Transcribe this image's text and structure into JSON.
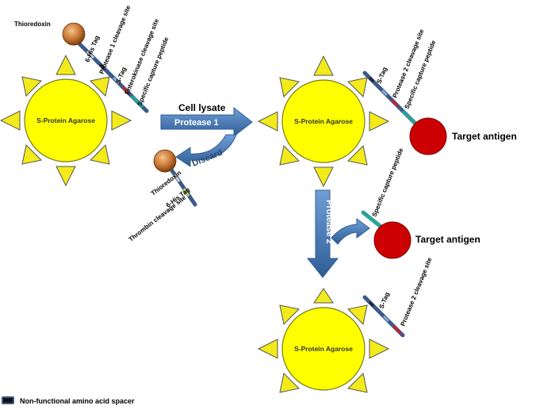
{
  "diagram": {
    "agarose_label": "S-Protein Agarose",
    "top_left_construct": {
      "thioredoxin": "Thioredoxin",
      "his_tag": "6-His Tag",
      "protease1_site": "Protease 1 cleavage site",
      "s_tag": "S-Tag",
      "enterokinase_site": "Enterokinase cleavage site",
      "capture_peptide": "Specific capture peptide"
    },
    "step1": {
      "cell_lysate": "Cell lysate",
      "protease": "Protease 1"
    },
    "discard": {
      "label": "Discard",
      "thioredoxin": "Thioredoxin",
      "his_tag": "6-His Tag",
      "thrombin_site": "Thrombin cleavage site"
    },
    "top_right_construct": {
      "s_tag": "S-Tag",
      "protease2_site": "Protease 2 cleavage site",
      "capture_peptide": "Specific capture peptide",
      "target": "Target antigen"
    },
    "step2": {
      "protease": "Protease 2"
    },
    "released": {
      "capture_peptide": "Specific capture peptide",
      "target": "Target antigen"
    },
    "bottom_construct": {
      "s_tag": "S-Tag",
      "protease2_site": "Protease 2 cleavage site"
    },
    "legend": {
      "spacer": "Non-functional amino acid spacer"
    },
    "colors": {
      "sun": "#ffff00",
      "ray": "#f2ea1a",
      "sun_outline": "#7a7a20",
      "target": "#cc0000",
      "arrow": "#3a6ea8",
      "thioredoxin": "#c87533",
      "stick": "#3b5a8a"
    }
  }
}
